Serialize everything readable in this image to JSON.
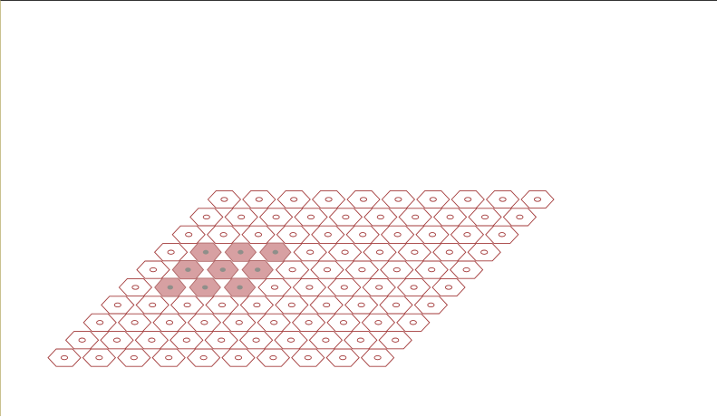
{
  "grid": {
    "rows": 10,
    "cols": 10,
    "highlighted": [
      [
        3,
        6
      ],
      [
        3,
        7
      ],
      [
        3,
        8
      ],
      [
        4,
        6
      ],
      [
        4,
        7
      ],
      [
        4,
        8
      ],
      [
        5,
        6
      ],
      [
        5,
        7
      ],
      [
        5,
        8
      ]
    ]
  },
  "colors": {
    "stroke": "#a33a3a",
    "fill": "#ffffff",
    "highlight_fill": "#d7a0a2",
    "highlight_stroke": "#b06868",
    "highlight_dot": "#8f8f8a",
    "dot_stroke": "#a33a3a",
    "frame_top": "#333333",
    "frame_left": "#c9c18f"
  }
}
